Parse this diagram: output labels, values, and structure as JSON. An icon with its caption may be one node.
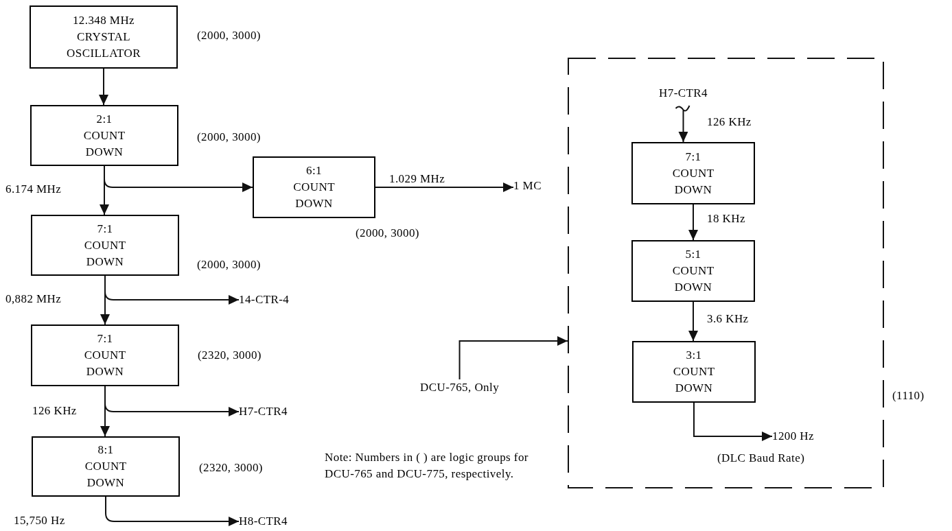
{
  "diagram": {
    "nodes": [
      {
        "text": [
          "12.348 MHz CRYSTAL OSCILLATOR"
        ],
        "beside": [
          "(2000, 3000)"
        ]
      },
      {
        "text": [
          "2:1 COUNT DOWN"
        ],
        "beside": [
          "(2000, 3000)"
        ]
      },
      {
        "text": [
          "6:1 COUNT DOWN"
        ],
        "beside": [
          "(2000, 3000)"
        ]
      },
      {
        "text": [
          "1 MC"
        ]
      },
      {
        "text": [
          "7:1 COUNT DOWN"
        ],
        "beside": [
          "(2000, 3000)"
        ]
      },
      {
        "text": [
          "14-CTR-4"
        ]
      },
      {
        "text": [
          "7:1 COUNT DOWN"
        ],
        "beside": [
          "(2320, 3000)"
        ]
      },
      {
        "text": [
          "H7-CTR4"
        ]
      },
      {
        "text": [
          "8:1 COUNT DOWN"
        ],
        "beside": [
          "(2320, 3000)"
        ]
      },
      {
        "text": [
          "H8-CTR4"
        ]
      },
      {
        "text": [],
        "shape": "box",
        "beside": [
          "(1110)"
        ]
      },
      {
        "text": [
          "H7-CTR4"
        ],
        "in": 10
      },
      {
        "text": [
          "7:1 COUNT DOWN"
        ],
        "in": 10
      },
      {
        "text": [
          "5:1 COUNT DOWN"
        ],
        "in": 10
      },
      {
        "text": [
          "3:1 COUNT DOWN"
        ],
        "in": 10
      },
      {
        "text": [
          "1200 Hz"
        ],
        "in": 10,
        "beside": [
          "(DLC Baud Rate)"
        ]
      },
      {
        "text": [
          "DCU-765, Only"
        ]
      }
    ],
    "edges": [
      {
        "from": 0,
        "to": 1,
        "arrow": "to"
      },
      {
        "from": 1,
        "to": 4,
        "arrow": "to",
        "label": "6.174 MHz"
      },
      {
        "from": 1,
        "to": 2,
        "arrow": "to"
      },
      {
        "from": 2,
        "to": 3,
        "arrow": "to",
        "label": "1.029 MHz"
      },
      {
        "from": 4,
        "to": 6,
        "arrow": "to",
        "label": "0,882 MHz"
      },
      {
        "from": 4,
        "to": 5,
        "arrow": "to"
      },
      {
        "from": 6,
        "to": 8,
        "arrow": "to",
        "label": "126 KHz"
      },
      {
        "from": 6,
        "to": 7,
        "arrow": "to"
      },
      {
        "from": 8,
        "to": 9,
        "arrow": "to",
        "label": "15,750 Hz"
      },
      {
        "from": 11,
        "to": 12,
        "arrow": "to",
        "label": "126 KHz"
      },
      {
        "from": 12,
        "to": 13,
        "arrow": "to",
        "label": "18 KHz"
      },
      {
        "from": 13,
        "to": 14,
        "arrow": "to",
        "label": "3.6 KHz"
      },
      {
        "from": 14,
        "to": 15,
        "arrow": "to"
      },
      {
        "from": 16,
        "to": 10,
        "arrow": "to"
      }
    ],
    "labels": [
      "Note: Numbers in ( ) are logic groups for DCU-765 and DCU-775, respectively."
    ]
  }
}
